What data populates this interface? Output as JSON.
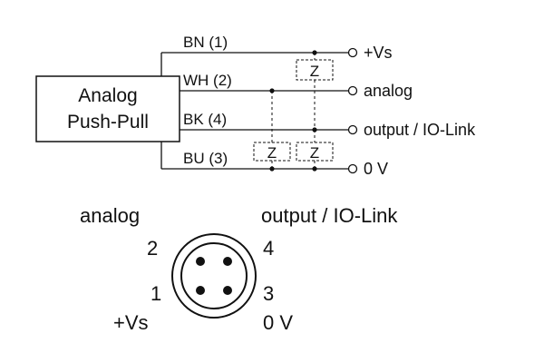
{
  "module": {
    "label_line1": "Analog",
    "label_line2": "Push-Pull"
  },
  "wires": [
    {
      "id": "bn",
      "color_label": "BN (1)",
      "terminal": "+Vs"
    },
    {
      "id": "wh",
      "color_label": "WH (2)",
      "terminal": "analog"
    },
    {
      "id": "bk",
      "color_label": "BK (4)",
      "terminal": "output / IO-Link"
    },
    {
      "id": "bu",
      "color_label": "BU (3)",
      "terminal": "0 V"
    }
  ],
  "zener_symbol": "Z",
  "connector": {
    "top_left_label": "analog",
    "top_right_label": "output / IO-Link",
    "pin_2": "2",
    "pin_4": "4",
    "pin_1": "1",
    "pin_3": "3",
    "bottom_left_label": "+Vs",
    "bottom_right_label": "0 V"
  }
}
